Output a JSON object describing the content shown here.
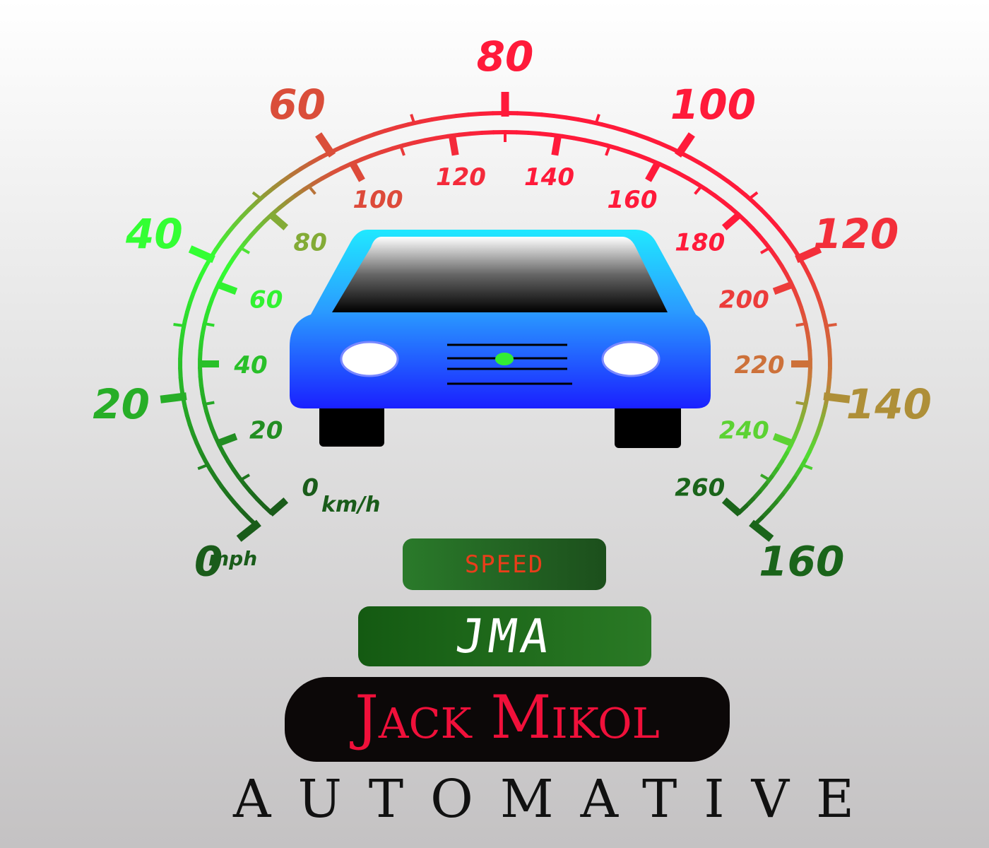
{
  "gauge": {
    "mph_labels": [
      "0",
      "20",
      "40",
      "60",
      "80",
      "100",
      "120",
      "140",
      "160"
    ],
    "mph_unit": "mph",
    "kmh_labels": [
      "0",
      "20",
      "40",
      "60",
      "80",
      "100",
      "120",
      "140",
      "160",
      "180",
      "200",
      "220",
      "240",
      "260"
    ],
    "kmh_unit": "km/h"
  },
  "display": {
    "speed_label": "SPEED",
    "monogram": "JMA"
  },
  "brand": {
    "name": "Jack Mikol",
    "tagline": "AUTOMATIVE"
  },
  "colors": {
    "red": "#ff1a3a",
    "green": "#33ff33",
    "dark_green": "#1a5c1a",
    "car_blue": "#1a40ff",
    "car_cyan": "#22eeff"
  }
}
